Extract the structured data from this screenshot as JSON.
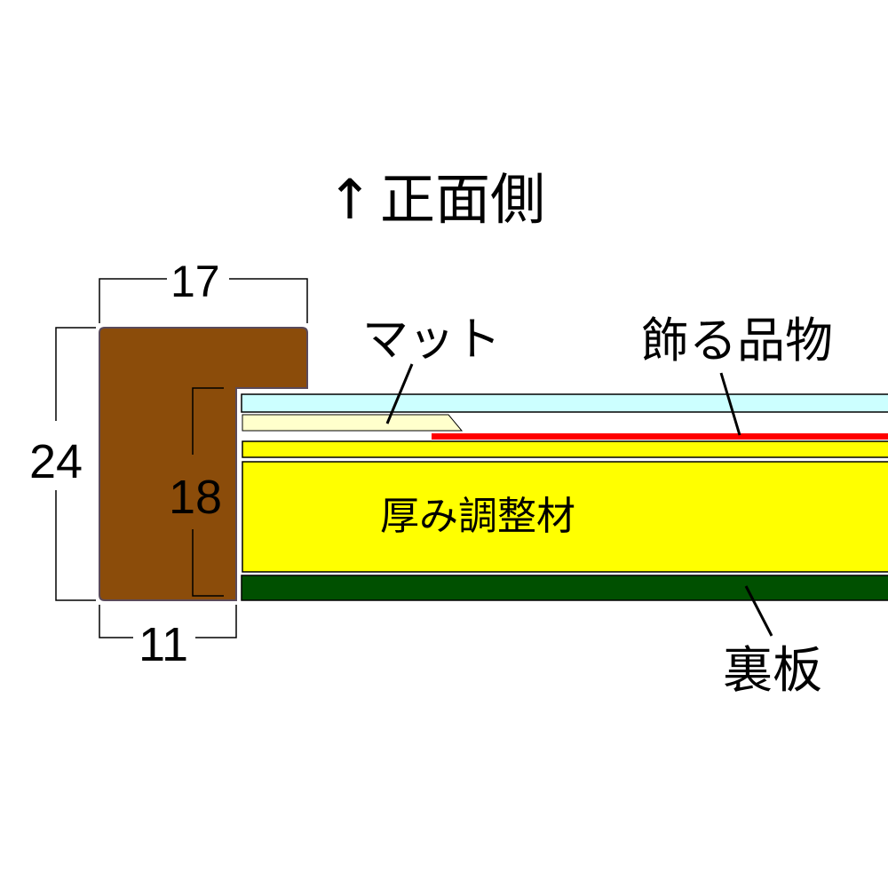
{
  "title": {
    "arrow": "↑",
    "text": "正面側"
  },
  "dimensions": {
    "frame_width": "17",
    "frame_height": "24",
    "rabbet_depth": "18",
    "rabbet_width": "11"
  },
  "labels": {
    "mat": "マット",
    "artwork": "飾る品物",
    "spacer": "厚み調整材",
    "backing_board": "裏板"
  },
  "colors": {
    "frame": "#8B4C0A",
    "frame_edge": "#5a4a5a",
    "glass": "#CCFFFF",
    "mat": "#FFFFCC",
    "artwork": "#FF0000",
    "spacer": "#FFFF00",
    "backing_board": "#005000",
    "line": "#000000"
  }
}
